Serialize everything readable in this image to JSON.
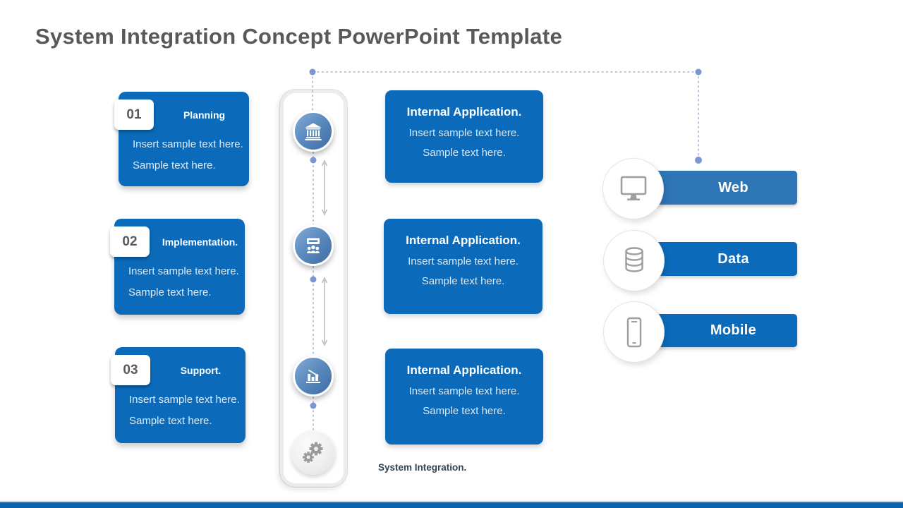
{
  "slide": {
    "title": "System Integration Concept PowerPoint Template",
    "caption": "System Integration."
  },
  "steps": [
    {
      "number": "01",
      "label": "Planning",
      "line1": "Insert sample text here.",
      "line2": "Sample text here."
    },
    {
      "number": "02",
      "label": "Implementation.",
      "line1": "Insert sample text here.",
      "line2": "Sample text here."
    },
    {
      "number": "03",
      "label": "Support.",
      "line1": "Insert sample text here.",
      "line2": "Sample text here."
    }
  ],
  "pipeline": {
    "node_icons": [
      "bank-icon",
      "meeting-icon",
      "declining-chart-icon",
      "gears-icon"
    ]
  },
  "internal_apps": [
    {
      "title": "Internal Application.",
      "line1": "Insert sample text here.",
      "line2": "Sample text here."
    },
    {
      "title": "Internal Application.",
      "line1": "Insert sample text here.",
      "line2": "Sample text here."
    },
    {
      "title": "Internal Application.",
      "line1": "Insert sample text here.",
      "line2": "Sample text here."
    }
  ],
  "platforms": [
    {
      "label": "Web",
      "icon": "monitor-icon",
      "bar_color": "#2e75b6"
    },
    {
      "label": "Data",
      "icon": "database-icon",
      "bar_color": "#0b6bba"
    },
    {
      "label": "Mobile",
      "icon": "smartphone-icon",
      "bar_color": "#0b6bba"
    }
  ],
  "colors": {
    "primary_blue": "#0b6bba",
    "web_bar_blue": "#2e75b6",
    "title_gray": "#595959",
    "connector_dot_blue": "#7d95d5",
    "connector_line": "#9ba6c2",
    "arrow_gray": "#bdbdbd",
    "footer_blue": "#0b63ab",
    "icon_gray": "#9e9e9e"
  }
}
